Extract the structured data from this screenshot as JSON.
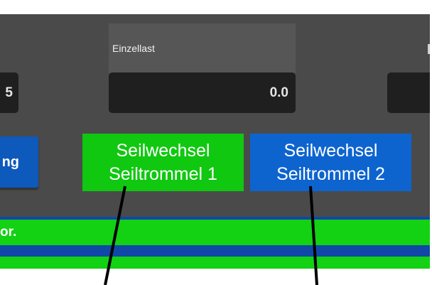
{
  "panel": {
    "label": "Einzellast",
    "field_left_value": "5",
    "field_main_value": "0.0",
    "field_right_value": ""
  },
  "buttons": {
    "left_label": "ng",
    "green_line1": "Seilwechsel",
    "green_line2": "Seiltrommel 1",
    "blue_line1": "Seilwechsel",
    "blue_line2": "Seiltrommel 2"
  },
  "status_row": {
    "text": "or."
  },
  "colors": {
    "panel_bg": "#4a4a4a",
    "green_button": "#10c810",
    "blue_button": "#0d64cf",
    "status_green": "#13d113",
    "status_blue": "#1048a8"
  }
}
